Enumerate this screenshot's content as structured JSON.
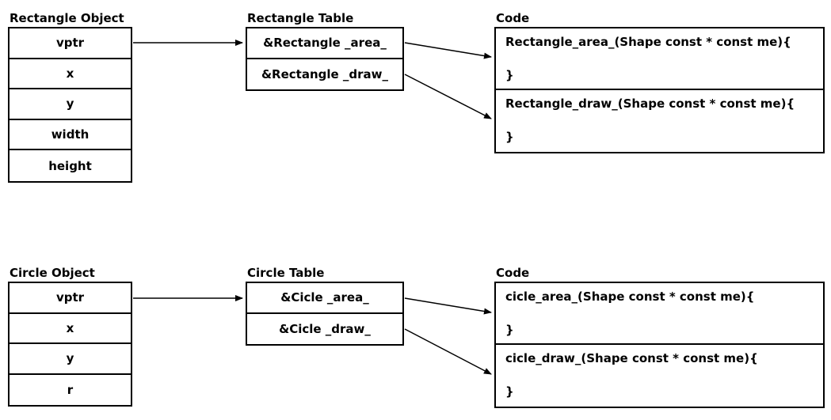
{
  "rectangle": {
    "object_title": "Rectangle Object",
    "object_fields": [
      "vptr",
      "x",
      "y",
      "width",
      "height"
    ],
    "table_title": "Rectangle Table",
    "table_entries": [
      "&Rectangle _area_",
      "&Rectangle _draw_"
    ],
    "code_title": "Code",
    "code_entries": [
      {
        "signature": "Rectangle_area_(Shape const * const me){",
        "close": "}"
      },
      {
        "signature": "Rectangle_draw_(Shape const * const me){",
        "close": "}"
      }
    ]
  },
  "circle": {
    "object_title": "Circle Object",
    "object_fields": [
      "vptr",
      "x",
      "y",
      "r"
    ],
    "table_title": "Circle Table",
    "table_entries": [
      "&Cicle _area_",
      "&Cicle _draw_"
    ],
    "code_title": "Code",
    "code_entries": [
      {
        "signature": "cicle_area_(Shape const * const me){",
        "close": "}"
      },
      {
        "signature": "cicle_draw_(Shape const * const me){",
        "close": "}"
      }
    ]
  },
  "colors": {
    "stroke": "#000000",
    "background": "#ffffff"
  }
}
